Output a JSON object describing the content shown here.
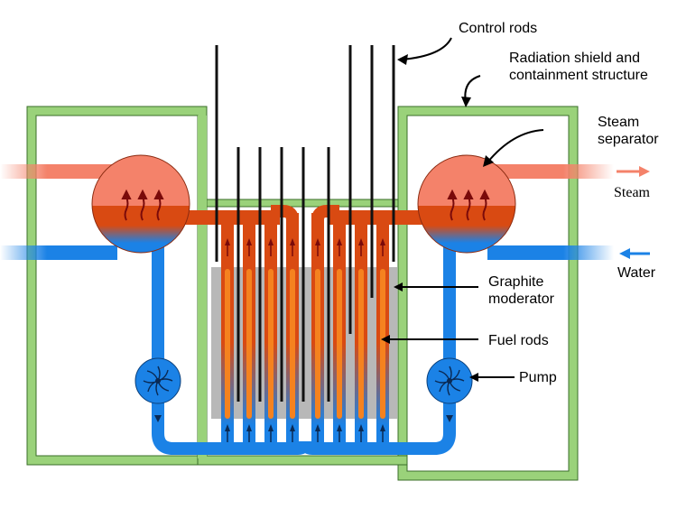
{
  "labels": {
    "control_rods": "Control rods",
    "shield_line1": "Radiation shield and",
    "shield_line2": "containment structure",
    "separator_line1": "Steam",
    "separator_line2": "separator",
    "steam": "Steam",
    "water": "Water",
    "graphite_line1": "Graphite",
    "graphite_line2": "moderator",
    "fuel_rods": "Fuel rods",
    "pump": "Pump"
  },
  "colors": {
    "containment": "#9ad27a",
    "water": "#1b82e6",
    "steam_hot": "#d94a12",
    "steam_pink": "#f4826a",
    "fuel": "#f5821f",
    "graphite": "#b8b8b8",
    "rod": "#111111"
  }
}
